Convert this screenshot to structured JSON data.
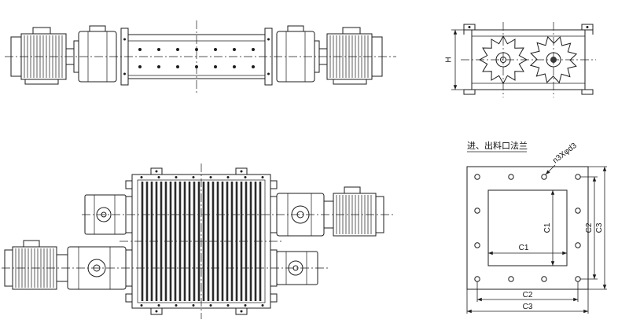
{
  "palette": {
    "ink": "#1c1c1c",
    "background": "#ffffff",
    "grate_bar": "#2a2a2a"
  },
  "section_view": {
    "height_label": "H"
  },
  "flange_view": {
    "title": "进、出料口法兰",
    "bolt_note": "n3Xφd3",
    "dim_c1": "C1",
    "dim_c2": "C2",
    "dim_c3": "C3"
  }
}
